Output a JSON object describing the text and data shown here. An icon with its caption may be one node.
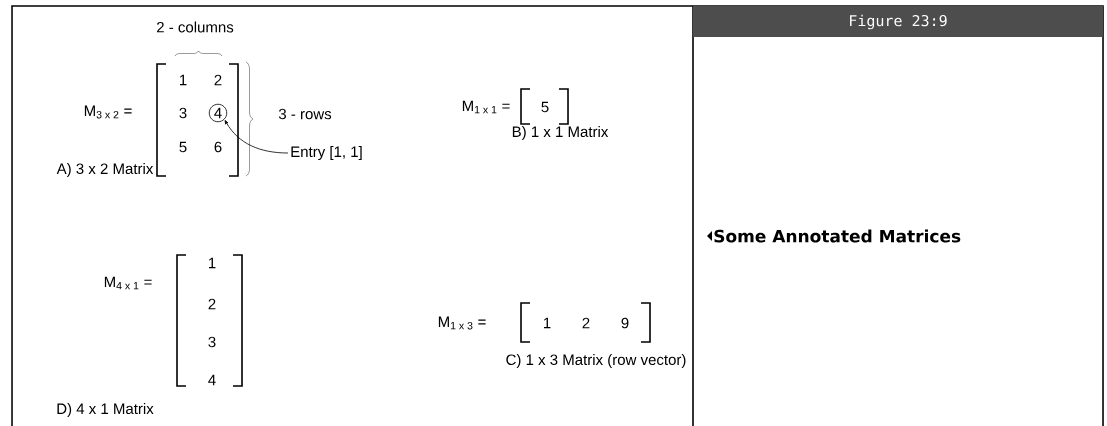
{
  "diagram": {
    "title": "Figure 23:9",
    "caption": "Some Annotated Matrices",
    "nodes": [
      {
        "text": [
          "Entry [1, 1]"
        ]
      },
      {
        "text": [
          "4"
        ]
      }
    ],
    "edges": [
      {
        "from": 0,
        "to": 1,
        "arrow": "to"
      }
    ],
    "labels": [
      "2 - columns",
      "M$_{3 x 2}$ =",
      "1",
      "2",
      "3",
      "5",
      "6",
      "3 - rows",
      "A) 3 x 2 Matrix",
      "M$_{1 x 1}$ =",
      "5",
      "B) 1 x 1 Matrix",
      "M$_{4 x 1}$ =",
      "1",
      "2",
      "3",
      "4",
      "D) 4 x 1 Matrix",
      "M$_{1 x 3}$ =",
      "1",
      "2",
      "9",
      "C) 1 x 3 Matrix (row vector)"
    ]
  }
}
